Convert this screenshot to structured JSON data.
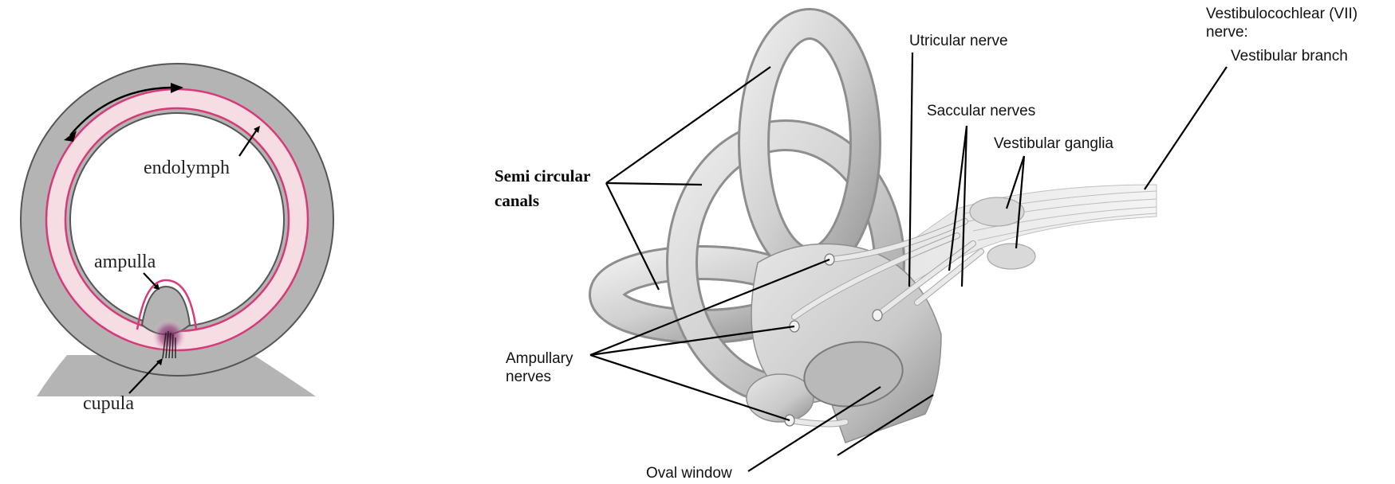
{
  "figure_left": {
    "labels": {
      "endolymph": "endolymph",
      "ampulla": "ampulla",
      "cupula": "cupula"
    },
    "colors": {
      "wall": "#b4b4b4",
      "fluid": "#f6dde4",
      "membrane": "#d63a78",
      "cupula": "#7a1e62"
    }
  },
  "figure_right": {
    "labels": {
      "semicircular_canals_line1": "Semi circular",
      "semicircular_canals_line2": "canals",
      "utricular_nerve": "Utricular nerve",
      "vestibulocochlear_line1": "Vestibulocochlear (VII)",
      "vestibulocochlear_line2": "nerve:",
      "vestibular_branch": "Vestibular branch",
      "saccular_nerves": "Saccular nerves",
      "vestibular_ganglia": "Vestibular ganglia",
      "ampullary_nerves_line1": "Ampullary",
      "ampullary_nerves_line2": "nerves",
      "oval_window": "Oval window"
    },
    "colors": {
      "bone": "#d3d3d3",
      "bone_shadow": "#8e8e8e",
      "nerve": "#ececec"
    }
  }
}
